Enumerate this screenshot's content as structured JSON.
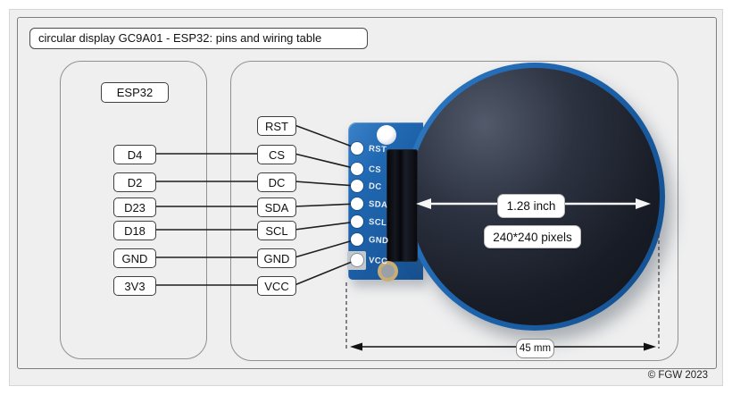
{
  "page": {
    "title": "circular display GC9A01 - ESP32: pins and wiring table",
    "copyright": "© FGW 2023"
  },
  "esp32": {
    "label": "ESP32",
    "pins": [
      "D4",
      "D2",
      "D23",
      "D18",
      "GND",
      "3V3"
    ]
  },
  "display": {
    "pins": [
      "RST",
      "CS",
      "DC",
      "SDA",
      "SCL",
      "GND",
      "VCC"
    ],
    "annotations": {
      "diameter": "1.28 inch",
      "resolution": "240*240 pixels",
      "board_width": "45 mm"
    }
  },
  "wiring": [
    {
      "esp32": "D4",
      "display": "CS"
    },
    {
      "esp32": "D2",
      "display": "DC"
    },
    {
      "esp32": "D23",
      "display": "SDA"
    },
    {
      "esp32": "D18",
      "display": "SCL"
    },
    {
      "esp32": "GND",
      "display": "GND"
    },
    {
      "esp32": "3V3",
      "display": "VCC"
    }
  ],
  "colors": {
    "panel_bg": "#efeff0",
    "pcb_blue": "#1d63ac",
    "screen_black": "#10131a",
    "wire": "#1f1f1f",
    "box_bg": "#ffffff",
    "box_border": "#3f3f3f"
  }
}
